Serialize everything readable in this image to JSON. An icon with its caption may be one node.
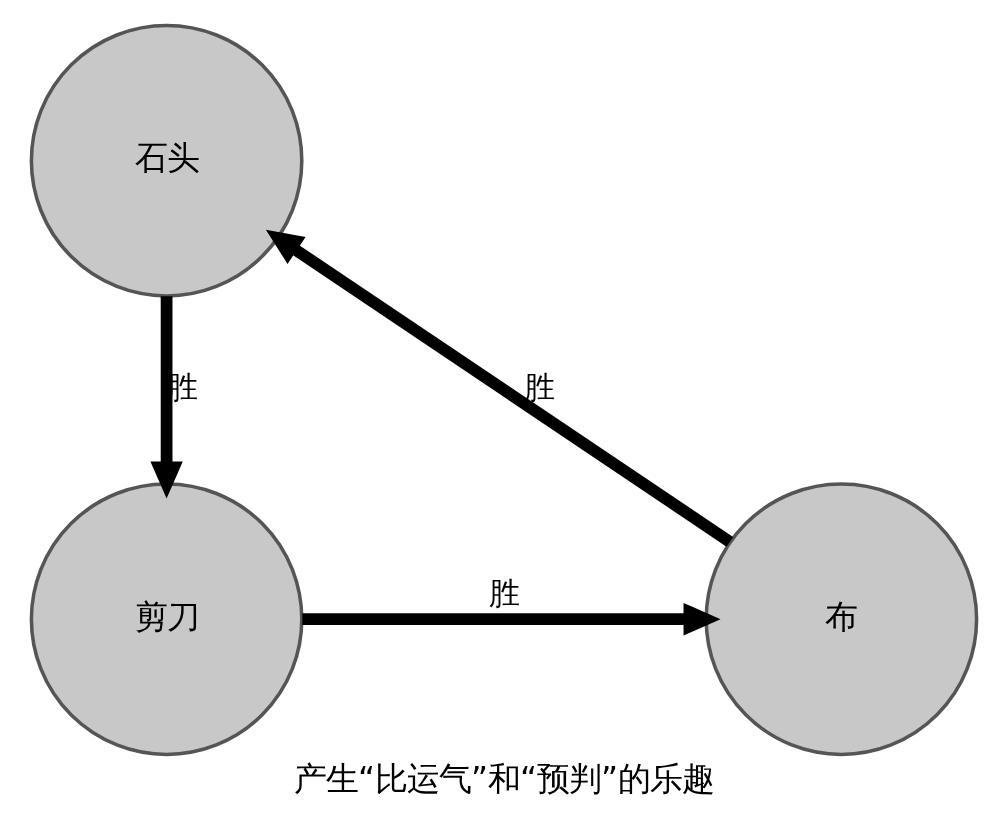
{
  "diagram": {
    "caption": "产生“比运气”和“预判”的乐趣",
    "nodes": [
      {
        "text": [
          "石头"
        ]
      },
      {
        "text": [
          "剪刀"
        ]
      },
      {
        "text": [
          "布"
        ]
      }
    ],
    "edges": [
      {
        "from": 0,
        "to": 1,
        "arrow": "to",
        "label": "胜"
      },
      {
        "from": 1,
        "to": 2,
        "arrow": "to",
        "label": "胜"
      },
      {
        "from": 2,
        "to": 0,
        "arrow": "to",
        "label": "胜"
      }
    ]
  }
}
